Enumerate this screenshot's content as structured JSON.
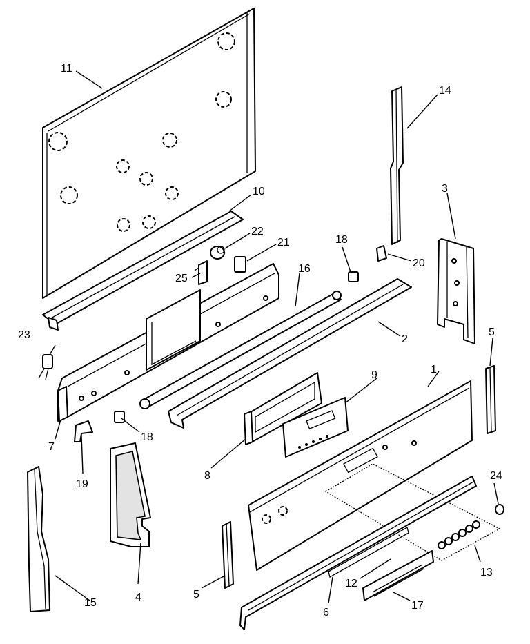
{
  "diagram": {
    "callouts": [
      {
        "id": "1",
        "label": "1"
      },
      {
        "id": "2",
        "label": "2"
      },
      {
        "id": "3",
        "label": "3"
      },
      {
        "id": "4",
        "label": "4"
      },
      {
        "id": "5a",
        "label": "5"
      },
      {
        "id": "5b",
        "label": "5"
      },
      {
        "id": "6",
        "label": "6"
      },
      {
        "id": "7",
        "label": "7"
      },
      {
        "id": "8",
        "label": "8"
      },
      {
        "id": "9",
        "label": "9"
      },
      {
        "id": "10",
        "label": "10"
      },
      {
        "id": "11",
        "label": "11"
      },
      {
        "id": "12",
        "label": "12"
      },
      {
        "id": "13",
        "label": "13"
      },
      {
        "id": "14",
        "label": "14"
      },
      {
        "id": "15",
        "label": "15"
      },
      {
        "id": "16",
        "label": "16"
      },
      {
        "id": "17",
        "label": "17"
      },
      {
        "id": "18a",
        "label": "18"
      },
      {
        "id": "18b",
        "label": "18"
      },
      {
        "id": "19",
        "label": "19"
      },
      {
        "id": "20",
        "label": "20"
      },
      {
        "id": "21",
        "label": "21"
      },
      {
        "id": "22",
        "label": "22"
      },
      {
        "id": "23",
        "label": "23"
      },
      {
        "id": "24",
        "label": "24"
      },
      {
        "id": "25",
        "label": "25"
      }
    ]
  }
}
